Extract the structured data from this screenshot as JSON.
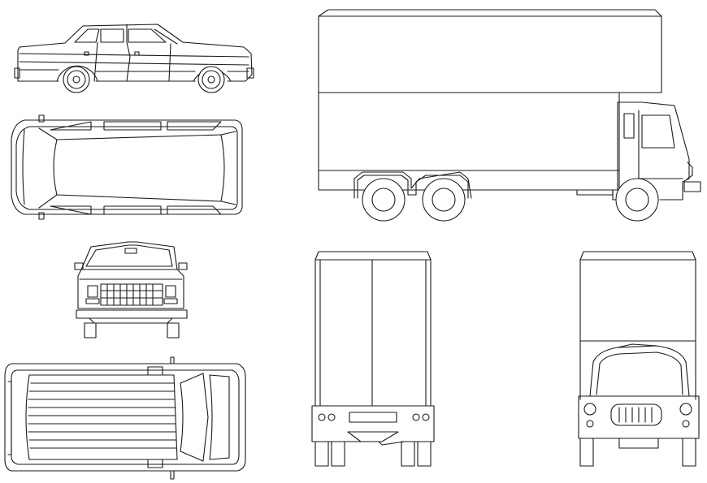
{
  "drawing": {
    "views": [
      {
        "id": "car-side"
      },
      {
        "id": "car-top"
      },
      {
        "id": "car-front"
      },
      {
        "id": "car-roof"
      },
      {
        "id": "truck-side"
      },
      {
        "id": "truck-rear"
      },
      {
        "id": "truck-front"
      }
    ],
    "line_color": "#1a1a1a",
    "background_color": "#ffffff"
  }
}
